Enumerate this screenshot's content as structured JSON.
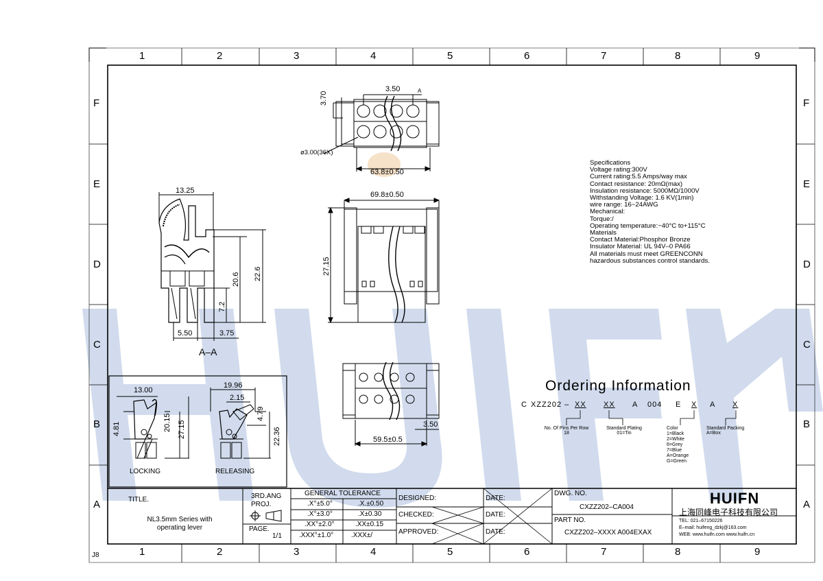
{
  "drawing_number": "J8",
  "watermark": "HUIFN",
  "zones": {
    "columns": [
      "1",
      "2",
      "3",
      "4",
      "5",
      "6",
      "7",
      "8",
      "9"
    ],
    "rows": [
      "F",
      "E",
      "D",
      "C",
      "B",
      "A"
    ]
  },
  "views": {
    "top": {
      "dims": {
        "pitch": "3.50",
        "height": "3.70",
        "hole": "ø3.00(36X)",
        "width": "63.8±0.50",
        "section_mark": "A"
      }
    },
    "front": {
      "dims": {
        "width": "69.8±0.50",
        "height": "27.15"
      }
    },
    "bottom": {
      "dims": {
        "width": "59.5±0.5",
        "pitch": "3.50"
      }
    },
    "section": {
      "dims": {
        "top": "13.25",
        "h1": "20.6",
        "h2": "22.6",
        "h3": "7.2",
        "w1": "5.50",
        "w2": "3.75"
      },
      "label": "A–A"
    },
    "lever": {
      "locking": {
        "label": "LOCKING",
        "dims": {
          "w": "13.00",
          "h1": "4.81",
          "h2": "20.15",
          "h3": "27.15"
        }
      },
      "releasing": {
        "label": "RELEASING",
        "dims": {
          "w1": "19.96",
          "w2": "2.15",
          "h1": "4.79",
          "h2": "22.36"
        }
      }
    }
  },
  "specifications": [
    "Specifications",
    "Voltage rating:300V",
    "Current rating:5.5 Amps/way max",
    "Contact resistance: 20mΩ(max)",
    "Insulation resistance: 5000MΩ/1000V",
    "Withstanding Voltage: 1.6 KV(1min)",
    "wire range: 16~24AWG",
    "Mechanical:",
    "Torque:/",
    "Operating temperature:−40°C to+115°C",
    "Materials",
    "Contact Material:Phosphor Bronze",
    "Insulator Material: UL 94V–0 PA66",
    "All materials must meet GREENCONN",
    "hazardous substances control standards."
  ],
  "ordering": {
    "title": "Ordering Information",
    "code_parts": [
      "C",
      "XZZ202 –",
      "XX",
      "XX",
      "A",
      "004",
      "E",
      "X",
      "A",
      "X"
    ],
    "notes": {
      "pins": [
        "No. Of Pins Per Row",
        "18"
      ],
      "plating": [
        "Standard Plating",
        "01=Tin"
      ],
      "color": [
        "Color",
        "1=Black",
        "2=White",
        "6=Grey",
        "7=Blue",
        "A=Orange",
        "G=Green"
      ],
      "packing": [
        "Standard Packing",
        "A=Box"
      ]
    }
  },
  "title_block": {
    "title_label": "TITLE.",
    "title_lines": [
      "NL3.5mm Series with",
      "operating lever"
    ],
    "projection": [
      "3RD.ANG",
      "PROJ."
    ],
    "page_label": "PAGE.",
    "page_value": "1/1",
    "tolerance_header": "GENERAL TOLERANCE",
    "tolerances": [
      [
        ".X°±5.0°",
        ".X.±0.50"
      ],
      [
        ".X°±3.0°",
        ".X±0.30"
      ],
      [
        ".XX°±2.0°",
        ".XX±0.15"
      ],
      [
        ".XXX°±1.0°",
        ".XXX±/"
      ]
    ],
    "signoffs": [
      "DESIGNED:",
      "CHECKED:",
      "APPROVED:"
    ],
    "date_label": "DATE:",
    "dwg_no_label": "DWG. NO.",
    "dwg_no": "CXZZ202–CA004",
    "part_no_label": "PART NO.",
    "part_no": "CXZZ202–XXXX A004EXAX",
    "brand": "HUIFN",
    "company": "上海同峰电子科技有限公司",
    "tel": "TEL: 021–67150226",
    "email": "E–mail: huifeng_dzkj@163.com",
    "web": "WEB: www.huifn.com   www.huifn.cn"
  },
  "colors": {
    "line": "#000000",
    "watermark": "#c9d5ea",
    "highlight": "#f5dcc0"
  }
}
